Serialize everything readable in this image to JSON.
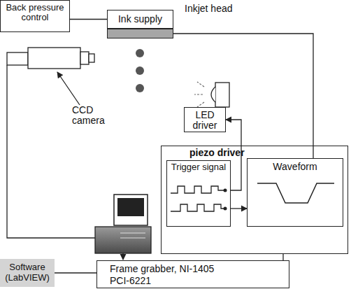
{
  "diagram": {
    "nodes": [
      {
        "text": [
          "Back pressure control"
        ]
      },
      {
        "text": [
          "Ink supply"
        ]
      },
      {
        "text": [
          "Inkjet head"
        ]
      },
      {
        "text": [
          "LED driver"
        ]
      },
      {
        "text": [
          "piezo driver"
        ]
      },
      {
        "text": [
          "Trigger signal"
        ],
        "in": 4
      },
      {
        "text": [
          "Waveform"
        ],
        "in": 4
      },
      {
        "text": [
          "Frame grabber, NI-1405 PCI-6221"
        ]
      },
      {
        "text": [
          "Software (LabVIEW)"
        ]
      }
    ],
    "edges": [
      {
        "from": 0,
        "to": 1,
        "arrow": "none"
      },
      {
        "from": 2,
        "to": 6,
        "arrow": "none"
      },
      {
        "from": 5,
        "to": 3,
        "arrow": "to"
      },
      {
        "from": 5,
        "to": 6,
        "arrow": "to"
      },
      {
        "from": 4,
        "to": 7,
        "arrow": "none"
      },
      {
        "from": 8,
        "to": 7,
        "arrow": "none"
      }
    ],
    "labels": [
      "CCD camera"
    ]
  }
}
